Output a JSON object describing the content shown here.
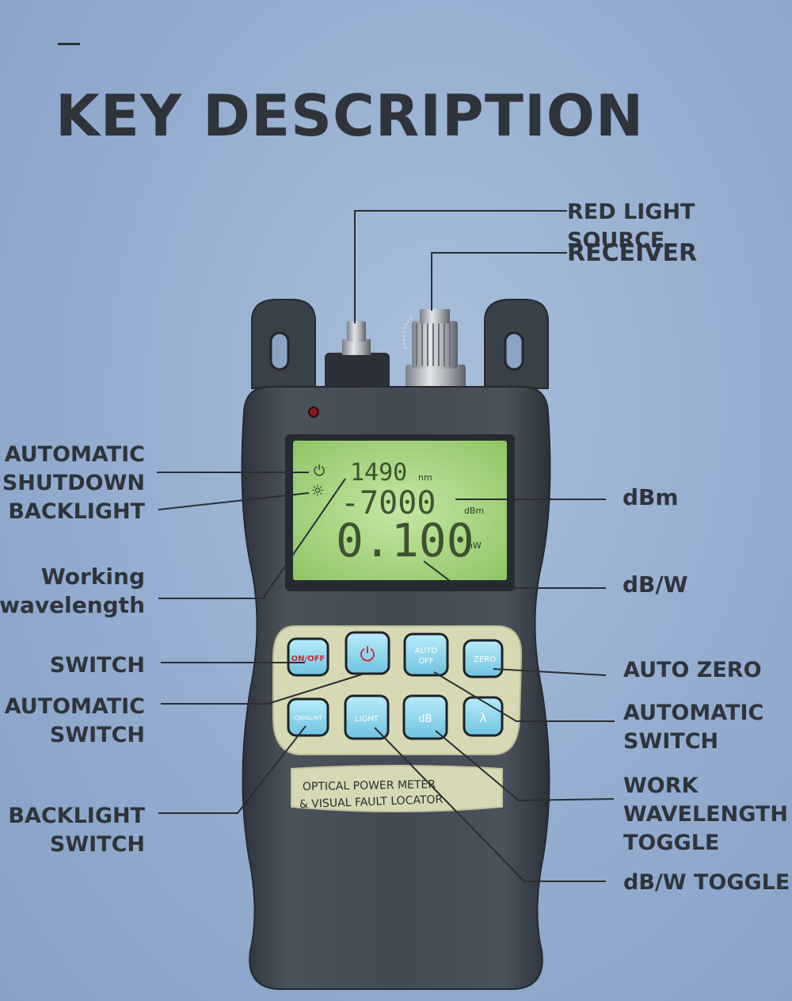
{
  "page": {
    "title": "KEY DESCRIPTION"
  },
  "labels": {
    "red_light_source": "RED LIGHT SOURCE",
    "receiver": "RECEIVER",
    "auto_shutdown_backlight": "AUTOMATIC\nSHUTDOWN\nBACKLIGHT",
    "working_wavelength": "Working\nwavelength",
    "switch": "SWITCH",
    "automatic_switch_left": "AUTOMATIC\nSWITCH",
    "backlight_switch": "BACKLIGHT\nSWITCH",
    "dbm": "dBm",
    "db_w": "dB/W",
    "auto_zero": "AUTO ZERO",
    "automatic_switch_right": "AUTOMATIC\nSWITCH",
    "work_wavelength_toggle": "WORK\nWAVELENGTH\nTOGGLE",
    "db_w_toggle": "dB/W TOGGLE"
  },
  "display": {
    "wavelength": "1490",
    "wavelength_unit": "nm",
    "dbm_value": "-7000",
    "dbm_unit": "dBm",
    "power_value": "0.100",
    "power_unit": "nW"
  },
  "buttons": {
    "on_off": "ON/OFF",
    "power_symbol": "⏻",
    "auto_off_1": "AUTO",
    "auto_off_2": "OFF",
    "zero": "ZERO",
    "cw": "CW/GLINT",
    "light": "LIGHT",
    "db": "dB",
    "lambda": "λ"
  },
  "device_label": {
    "line1": "OPTICAL  POWER  METER",
    "line2": "& VISUAL  FAULT  LOCATOR"
  },
  "colors": {
    "body": "#3f464f",
    "lcd": "#a9d680",
    "keypad": "#d5d8b2",
    "key": "#8fd5ec",
    "on_off_text": "#d0262e"
  }
}
